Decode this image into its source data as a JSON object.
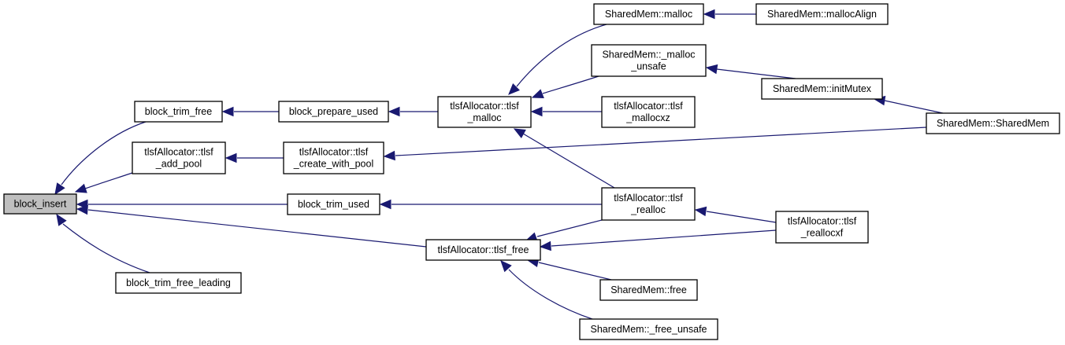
{
  "diagram": {
    "type": "caller-graph",
    "root": "block_insert",
    "nodes": [
      {
        "id": "block_insert",
        "lines": [
          "block_insert"
        ],
        "highlighted": true
      },
      {
        "id": "block_trim_free",
        "lines": [
          "block_trim_free"
        ]
      },
      {
        "id": "tlsf_add_pool",
        "lines": [
          "tlsfAllocator::tlsf",
          "_add_pool"
        ]
      },
      {
        "id": "block_trim_free_leading",
        "lines": [
          "block_trim_free_leading"
        ]
      },
      {
        "id": "block_prepare_used",
        "lines": [
          "block_prepare_used"
        ]
      },
      {
        "id": "tlsf_create_with_pool",
        "lines": [
          "tlsfAllocator::tlsf",
          "_create_with_pool"
        ]
      },
      {
        "id": "block_trim_used",
        "lines": [
          "block_trim_used"
        ]
      },
      {
        "id": "tlsf_malloc",
        "lines": [
          "tlsfAllocator::tlsf",
          "_malloc"
        ]
      },
      {
        "id": "tlsf_free",
        "lines": [
          "tlsfAllocator::tlsf_free"
        ]
      },
      {
        "id": "sm_malloc",
        "lines": [
          "SharedMem::malloc"
        ]
      },
      {
        "id": "sm_malloc_unsafe",
        "lines": [
          "SharedMem::_malloc",
          "_unsafe"
        ]
      },
      {
        "id": "tlsf_mallocxz",
        "lines": [
          "tlsfAllocator::tlsf",
          "_mallocxz"
        ]
      },
      {
        "id": "tlsf_realloc",
        "lines": [
          "tlsfAllocator::tlsf",
          "_realloc"
        ]
      },
      {
        "id": "sm_free",
        "lines": [
          "SharedMem::free"
        ]
      },
      {
        "id": "sm_free_unsafe",
        "lines": [
          "SharedMem::_free_unsafe"
        ]
      },
      {
        "id": "sm_mallocAlign",
        "lines": [
          "SharedMem::mallocAlign"
        ]
      },
      {
        "id": "sm_initMutex",
        "lines": [
          "SharedMem::initMutex"
        ]
      },
      {
        "id": "sm_SharedMem",
        "lines": [
          "SharedMem::SharedMem"
        ]
      },
      {
        "id": "tlsf_reallocxf",
        "lines": [
          "tlsfAllocator::tlsf",
          "_reallocxf"
        ]
      }
    ],
    "edges": [
      {
        "from": "block_trim_free",
        "to": "block_insert"
      },
      {
        "from": "tlsf_add_pool",
        "to": "block_insert"
      },
      {
        "from": "block_trim_used",
        "to": "block_insert"
      },
      {
        "from": "tlsf_free",
        "to": "block_insert"
      },
      {
        "from": "block_trim_free_leading",
        "to": "block_insert"
      },
      {
        "from": "block_prepare_used",
        "to": "block_trim_free"
      },
      {
        "from": "tlsf_create_with_pool",
        "to": "tlsf_add_pool"
      },
      {
        "from": "tlsf_realloc",
        "to": "block_trim_used"
      },
      {
        "from": "tlsf_malloc",
        "to": "block_prepare_used"
      },
      {
        "from": "sm_malloc",
        "to": "tlsf_malloc"
      },
      {
        "from": "sm_malloc_unsafe",
        "to": "tlsf_malloc"
      },
      {
        "from": "tlsf_mallocxz",
        "to": "tlsf_malloc"
      },
      {
        "from": "tlsf_realloc",
        "to": "tlsf_malloc"
      },
      {
        "from": "sm_SharedMem",
        "to": "tlsf_create_with_pool"
      },
      {
        "from": "tlsf_realloc",
        "to": "tlsf_free"
      },
      {
        "from": "tlsf_reallocxf",
        "to": "tlsf_free"
      },
      {
        "from": "sm_free",
        "to": "tlsf_free"
      },
      {
        "from": "sm_free_unsafe",
        "to": "tlsf_free"
      },
      {
        "from": "sm_mallocAlign",
        "to": "sm_malloc"
      },
      {
        "from": "sm_initMutex",
        "to": "sm_malloc_unsafe"
      },
      {
        "from": "sm_SharedMem",
        "to": "sm_initMutex"
      },
      {
        "from": "tlsf_reallocxf",
        "to": "tlsf_realloc"
      }
    ]
  },
  "colors": {
    "edge": "#191970",
    "root_fill": "#bfbfbf",
    "node_fill": "#ffffff",
    "border": "#000000"
  }
}
